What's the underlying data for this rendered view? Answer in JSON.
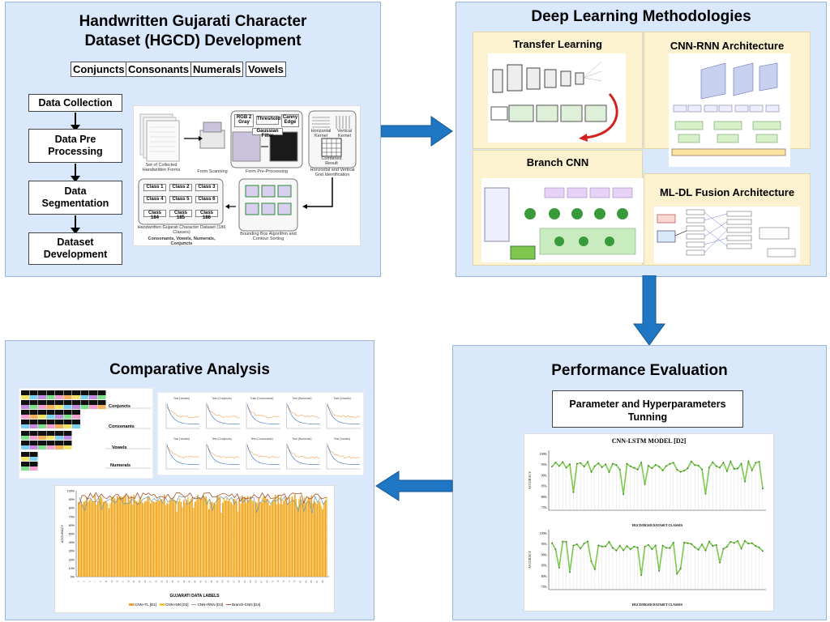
{
  "hgcd": {
    "title_line1": "Handwritten Gujarati Character",
    "title_line2": "Dataset (HGCD) Development",
    "tags": [
      "Conjuncts",
      "Consonants",
      "Numerals",
      "Vowels"
    ],
    "steps": [
      "Data Collection",
      "Data Pre Processing",
      "Data Segmentation",
      "Dataset Development"
    ],
    "figure": {
      "set_label": "Set of Collected Handwritten Forms",
      "scan_label": "Form Scanning",
      "rgb_label": "RGB 2 Gray",
      "threshold_label": "Threshold",
      "canny_label": "Canny Edge",
      "gaussian_label": "Gaussian Filter",
      "preproc_label": "Form Pre-Processing",
      "horizontal_kernel": "Horizontal Kernel",
      "vertical_kernel": "Vertical Kernel",
      "combined_label": "Combined Result",
      "grid_label": "Horizontal and Vertical Grid Identification",
      "classes": [
        "Class 1",
        "Class 2",
        "Class 3",
        "Class 4",
        "Class 5",
        "Class 6",
        "Class 184",
        "Class 185",
        "Class 186"
      ],
      "dataset_label": "Handwritten Gujarati Character Dataset (186 Classes)",
      "dataset_sub": "Consonants, Vowels, Numerals, Conjuncts",
      "bbox_label": "Bounding Box Algorithm and Contour Sorting"
    }
  },
  "dlm": {
    "title": "Deep Learning Methodologies",
    "transfer": "Transfer Learning",
    "cnnrnn": "CNN-RNN Architecture",
    "branch": "Branch CNN",
    "fusion": "ML-DL Fusion Architecture"
  },
  "perf": {
    "title": "Performance Evaluation",
    "param_line1": "Parameter and Hyperparameters",
    "param_line2": "Tunning",
    "chart_title": "CNN-LSTM MODEL [D2]",
    "y_label": "ACCURACY",
    "x_label": "HGCD/HGSD DATASET CLASSES",
    "yticks": [
      "100%",
      "95%",
      "90%",
      "85%",
      "80%",
      "75%"
    ]
  },
  "comp": {
    "title": "Comparative Analysis",
    "categories": [
      "Conjuncts",
      "Consonants",
      "Vowels",
      "Numerals"
    ],
    "bar_xlabel": "GUJARATI DATA LABELS",
    "bar_ylabel": "ACCURACY",
    "bar_yticks": [
      "100%",
      "90%",
      "80%",
      "70%",
      "60%",
      "50%",
      "40%",
      "30%",
      "20%",
      "10%",
      "0%"
    ],
    "legend": [
      "CNN+TL [D1]",
      "CNN+NN [D2]",
      "CNN+RNN [D3]",
      "Branch-CNN [D4]"
    ],
    "mini_titles": [
      "Test (Vowels)",
      "Test (Conjuncts)",
      "Train (Consonants)",
      "Test (Numerals)",
      "Train (Vowels)",
      "Test (Vowels)",
      "Test (Conjuncts)",
      "Test (Consonants)",
      "Test (Numerals)",
      "Test (Vowels)"
    ]
  },
  "colors": {
    "panel": "#dae8fc",
    "arrow": "#1f77c4",
    "subpanel": "#fdf2cf",
    "bar_orange": "#f0a030",
    "bar_yellow": "#f5c542",
    "line_green": "#7ec850",
    "line_brown": "#a0522d"
  }
}
